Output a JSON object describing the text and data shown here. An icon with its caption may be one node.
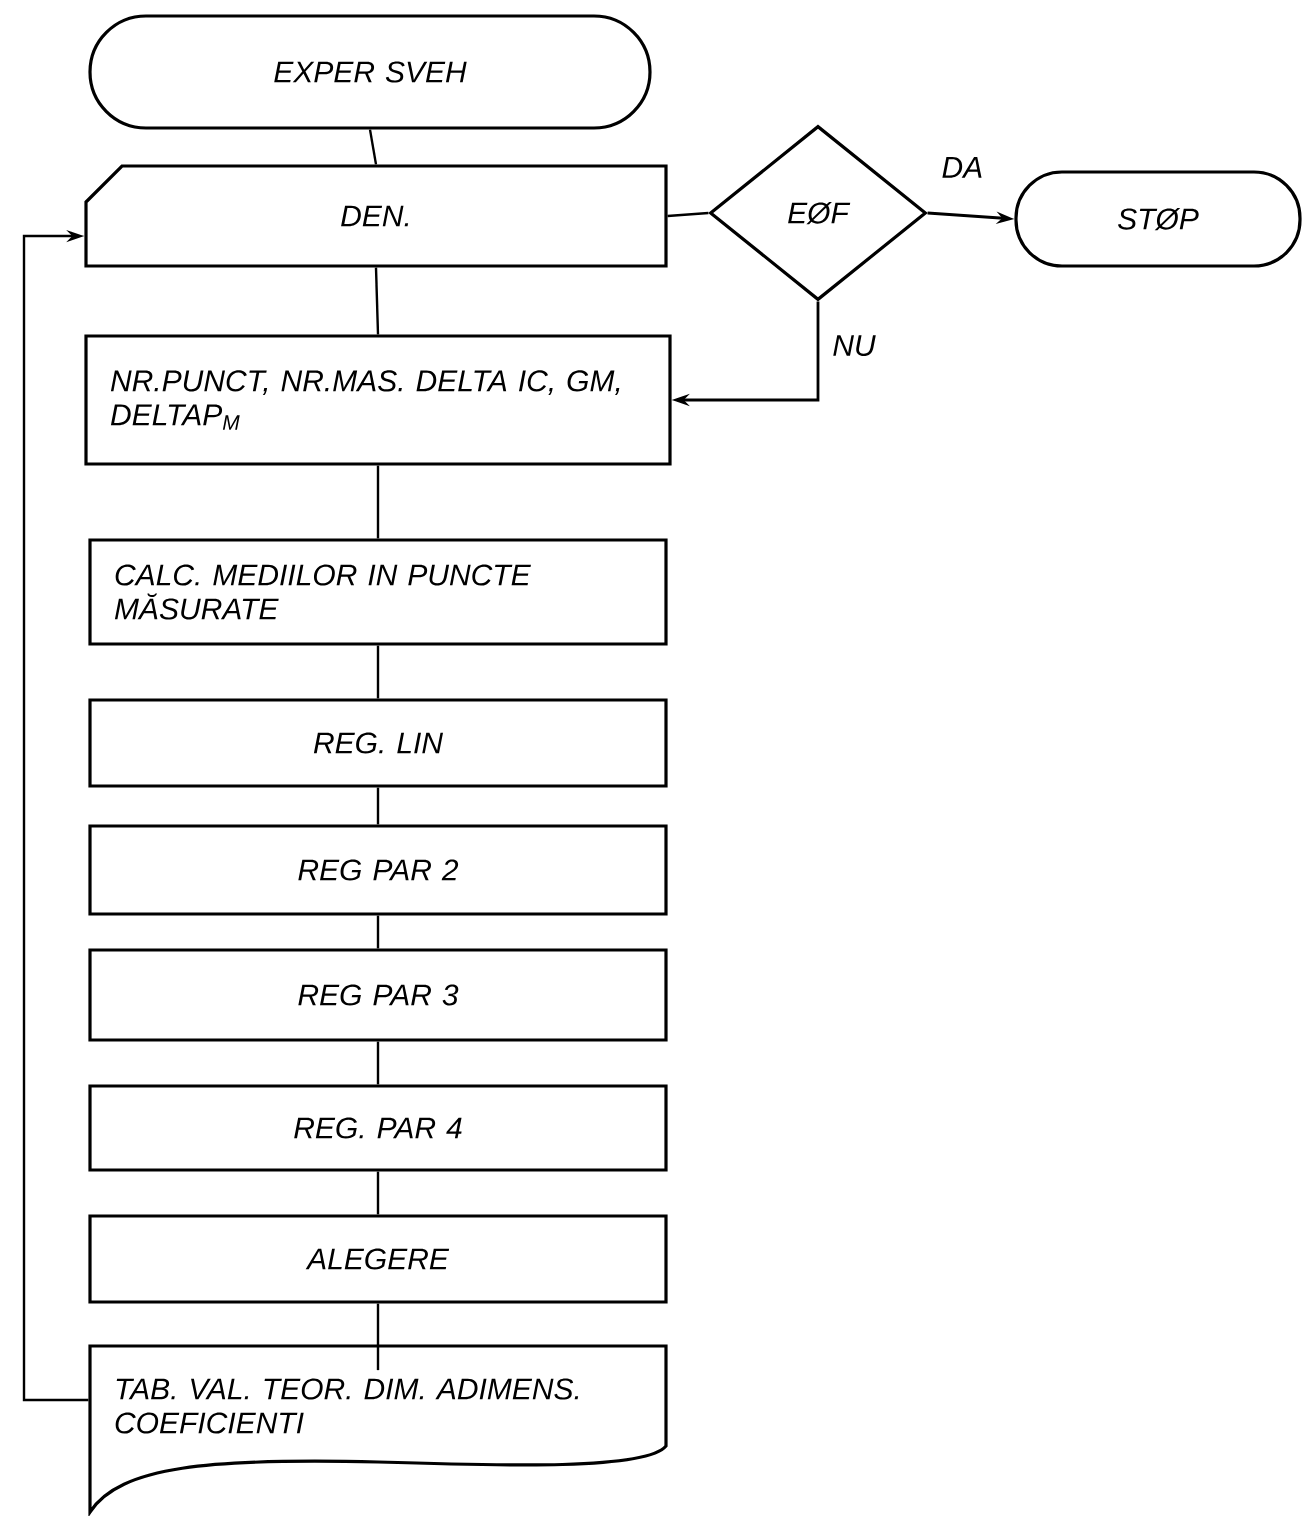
{
  "diagram": {
    "nodes": [
      {
        "text": [
          "EXPER SVEH"
        ]
      },
      {
        "text": [
          "DEN."
        ]
      },
      {
        "text": [
          "EØF"
        ]
      },
      {
        "text": [
          "STØP"
        ]
      },
      {
        "text": [
          "NR.PUNCT, NR.MAS. DELTA IC, GM, DELTAP$_{M}$"
        ]
      },
      {
        "text": [
          "CALC. MEDIILOR IN PUNCTE MĂSURATE"
        ]
      },
      {
        "text": [
          "REG. LIN"
        ]
      },
      {
        "text": [
          "REG PAR 2"
        ]
      },
      {
        "text": [
          "REG PAR 3"
        ]
      },
      {
        "text": [
          "REG. PAR 4"
        ]
      },
      {
        "text": [
          "ALEGERE"
        ]
      },
      {
        "text": [
          "TAB. VAL. TEOR. DIM. ADIMENS. COEFICIENTI"
        ]
      }
    ],
    "edges": [
      {
        "from": 0,
        "to": 1,
        "arrow": "none"
      },
      {
        "from": 1,
        "to": 2,
        "arrow": "none"
      },
      {
        "from": 2,
        "to": 3,
        "arrow": "to",
        "label": "DA"
      },
      {
        "from": 2,
        "to": 4,
        "arrow": "to",
        "label": "NU"
      },
      {
        "from": 1,
        "to": 4,
        "arrow": "none"
      },
      {
        "from": 4,
        "to": 5,
        "arrow": "none"
      },
      {
        "from": 5,
        "to": 6,
        "arrow": "none"
      },
      {
        "from": 6,
        "to": 7,
        "arrow": "none"
      },
      {
        "from": 7,
        "to": 8,
        "arrow": "none"
      },
      {
        "from": 8,
        "to": 9,
        "arrow": "none"
      },
      {
        "from": 9,
        "to": 10,
        "arrow": "none"
      },
      {
        "from": 10,
        "to": 11,
        "arrow": "none"
      },
      {
        "from": 11,
        "to": 1,
        "arrow": "to"
      }
    ]
  }
}
